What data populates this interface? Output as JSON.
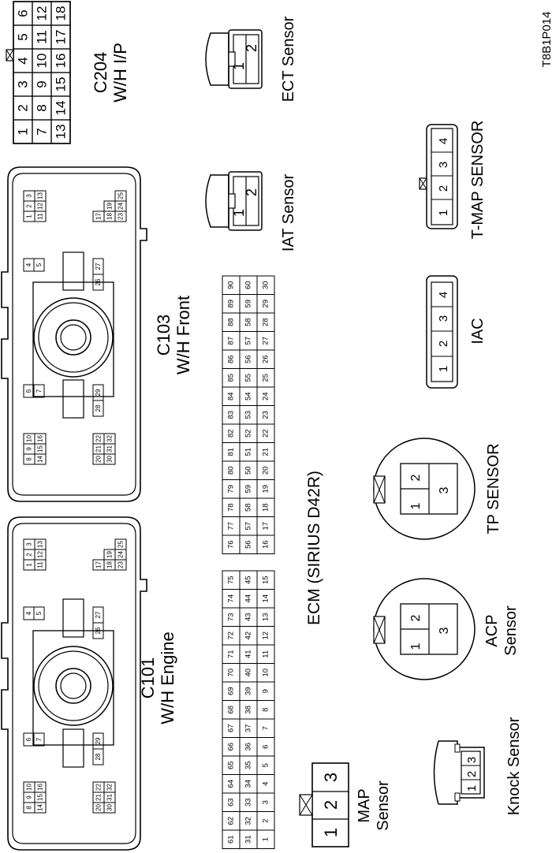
{
  "figure_code": "T8B1P014",
  "c204": {
    "title": "C204",
    "subtitle": "W/H I/P",
    "pins": [
      [
        "1",
        "2",
        "3",
        "4",
        "5",
        "6"
      ],
      [
        "7",
        "8",
        "9",
        "10",
        "11",
        "12"
      ],
      [
        "13",
        "14",
        "15",
        "16",
        "17",
        "18"
      ]
    ]
  },
  "ect": {
    "label": "ECT Sensor",
    "pins": [
      "1",
      "2"
    ]
  },
  "iat": {
    "label": "IAT Sensor",
    "pins": [
      "1",
      "2"
    ]
  },
  "tmap": {
    "label": "T-MAP SENSOR",
    "pins": [
      "1",
      "2",
      "3",
      "4"
    ]
  },
  "iac": {
    "label": "IAC",
    "pins": [
      "1",
      "2",
      "3",
      "4"
    ]
  },
  "c103": {
    "title": "C103",
    "subtitle": "W/H Front",
    "blocks": {
      "top_right": [
        [
          "3",
          "2",
          "1"
        ],
        [
          "13",
          "12",
          "11"
        ]
      ],
      "upper_right_mid": [
        [
          "4"
        ],
        [
          "5"
        ]
      ],
      "upper_left_mid": [
        [
          "6"
        ],
        [
          "7"
        ]
      ],
      "top_left": [
        [
          "10",
          "9",
          "8"
        ],
        [
          "16",
          "15",
          "14"
        ]
      ],
      "bottom_right": [
        [
          "17"
        ],
        [
          "19",
          "18"
        ],
        [
          "25",
          "24",
          "23"
        ]
      ],
      "lower_right_mid": [
        [
          "27",
          "26"
        ]
      ],
      "lower_left_mid": [
        [
          "29",
          "28"
        ]
      ],
      "bottom_left": [
        [
          "22",
          "21",
          "20"
        ],
        [
          "32",
          "31",
          "30"
        ]
      ]
    }
  },
  "c101": {
    "title": "C101",
    "subtitle": "W/H Engine",
    "blocks": {
      "top_right": [
        [
          "3",
          "2",
          "1"
        ],
        [
          "13",
          "12",
          "11"
        ]
      ],
      "upper_right_mid": [
        [
          "4"
        ],
        [
          "5"
        ]
      ],
      "upper_left_mid": [
        [
          "6"
        ],
        [
          "7"
        ]
      ],
      "top_left": [
        [
          "10",
          "9",
          "8"
        ],
        [
          "16",
          "15",
          "14"
        ]
      ],
      "bottom_right": [
        [
          "17"
        ],
        [
          "19",
          "18"
        ],
        [
          "25",
          "24",
          "23"
        ]
      ],
      "lower_right_mid": [
        [
          "27",
          "26"
        ]
      ],
      "lower_left_mid": [
        [
          "29",
          "28"
        ]
      ],
      "bottom_left": [
        [
          "22",
          "21",
          "20"
        ],
        [
          "32",
          "31",
          "30"
        ]
      ]
    }
  },
  "ecm": {
    "label": "ECM (SIRIUS D42R)",
    "rows_right": [
      [
        "90",
        "89",
        "88",
        "87",
        "86",
        "85",
        "84",
        "83",
        "82",
        "81",
        "80",
        "79",
        "78",
        "77",
        "76"
      ],
      [
        "60",
        "59",
        "58",
        "57",
        "56",
        "55",
        "54",
        "53",
        "52",
        "51",
        "50",
        "59",
        "58",
        "57",
        "56"
      ],
      [
        "30",
        "29",
        "28",
        "27",
        "26",
        "25",
        "24",
        "23",
        "22",
        "21",
        "20",
        "19",
        "18",
        "17",
        "16"
      ]
    ],
    "rows_left": [
      [
        "75",
        "74",
        "73",
        "72",
        "71",
        "70",
        "69",
        "68",
        "67",
        "66",
        "65",
        "64",
        "63",
        "62",
        "61"
      ],
      [
        "45",
        "44",
        "43",
        "42",
        "41",
        "40",
        "39",
        "38",
        "37",
        "36",
        "35",
        "34",
        "33",
        "32",
        "31"
      ],
      [
        "15",
        "14",
        "13",
        "12",
        "11",
        "10",
        "9",
        "8",
        "7",
        "6",
        "5",
        "4",
        "3",
        "2",
        "1"
      ]
    ]
  },
  "tp": {
    "label": "TP SENSOR",
    "pins": [
      "1",
      "2",
      "3"
    ]
  },
  "acp": {
    "label_line1": "ACP",
    "label_line2": "Sensor",
    "pins": [
      "1",
      "2",
      "3"
    ]
  },
  "knock": {
    "label": "Knock Sensor",
    "pins": [
      "1",
      "2",
      "3"
    ]
  },
  "map": {
    "label_line1": "MAP",
    "label_line2": "Sensor",
    "pins": [
      "1",
      "2",
      "3"
    ]
  }
}
